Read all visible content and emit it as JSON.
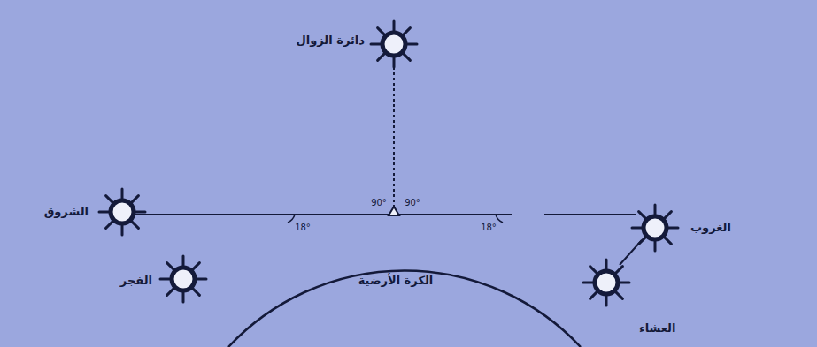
{
  "diagram": {
    "nodes": [
      {
        "text": [
          "الكرة الأرضية"
        ]
      }
    ],
    "labels": [
      "دائرة الزوال",
      "الشروق",
      "الفجر",
      "الغروب",
      "العشاء",
      "90°",
      "90°",
      "18°",
      "18°"
    ]
  }
}
